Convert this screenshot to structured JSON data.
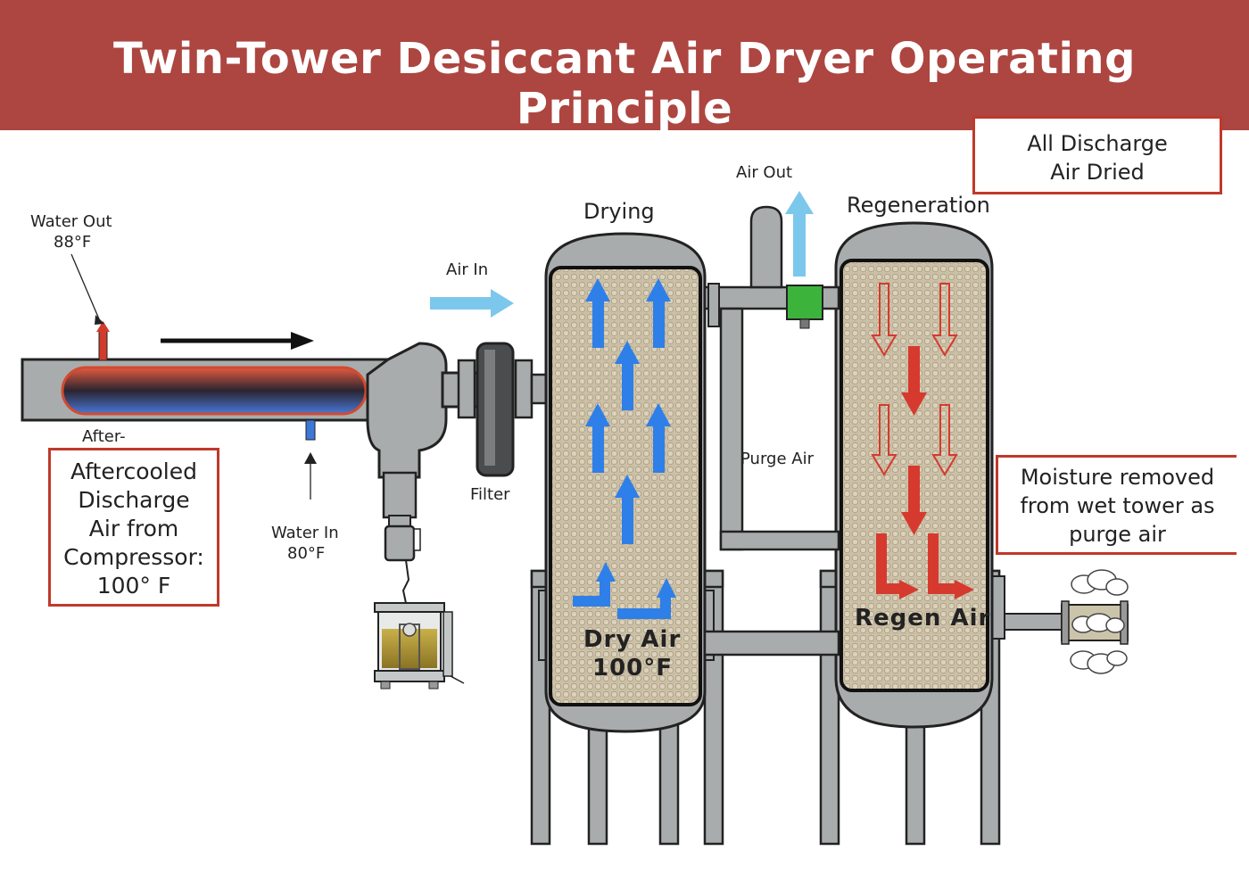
{
  "header": {
    "title": "Twin-Tower Desiccant Air Dryer Operating Principle"
  },
  "labels": {
    "water_out": "Water Out",
    "water_out_temp": "88°F",
    "after": "After-",
    "water_in": "Water In",
    "water_in_temp": "80°F",
    "air_in": "Air In",
    "filter": "Filter",
    "drying": "Drying",
    "air_out": "Air Out",
    "regeneration": "Regeneration",
    "purge_air": "Purge Air",
    "dry_air": "Dry Air",
    "dry_air_temp": "100°F",
    "regen_air": "Regen Air"
  },
  "callouts": {
    "all_discharge": [
      "All Discharge",
      "Air Dried"
    ],
    "aftercooled": [
      "Aftercooled",
      "Discharge",
      "Air from",
      "Compressor:",
      "100° F"
    ],
    "moisture": [
      "Moisture removed",
      "from wet tower as",
      "purge air"
    ]
  },
  "colors": {
    "header": "#ad4540",
    "callout_border": "#c0392b",
    "dry_flow": "#2f7fe8",
    "regen_flow": "#d63a2e",
    "air_arrow": "#7cc7ec",
    "pipe": "#a9acad",
    "desiccant": "#cbbfa5",
    "valve": "#3cb43c"
  }
}
